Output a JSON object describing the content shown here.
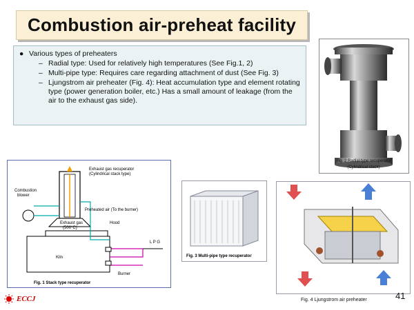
{
  "title": "Combustion air-preheat facility",
  "bullets": {
    "main": "Various types of preheaters",
    "items": [
      "Radial type: Used for relatively high temperatures (See Fig.1, 2)",
      "Multi-pipe type: Requires care regarding attachment of dust (See Fig. 3)",
      "Ljungstrom air preheater (Fig. 4): Heat accumulation type and element rotating type (power generation boiler, etc.) Has a small amount of leakage (from the air to the exhaust gas side)."
    ]
  },
  "fig1": {
    "caption": "Fig. 1 Stack type recuperator",
    "labels": {
      "exhaust_recuperator_1": "Exhaust gas recuperator",
      "exhaust_recuperator_2": "(Cylindrical stack type)",
      "combustion_blower_1": "Combustion",
      "combustion_blower_2": "blower",
      "preheated_air": "Preheated air (To the burner)",
      "hood": "Hood",
      "exhaust_gas_1": "Exhaust gas",
      "exhaust_gas_2": "(500°C)",
      "lpg": "L P G",
      "kiln": "Kiln",
      "burner": "Burner"
    }
  },
  "fig2": {
    "caption_1": "Fig. 2 Radial-type recuperator",
    "caption_2": "(Cylindrical stack)"
  },
  "fig3": {
    "caption": "Fig. 3 Multi-pipe type recuperator"
  },
  "fig4": {
    "caption": "Fig. 4 Ljungstrom air preheater"
  },
  "footer": {
    "logo": "ECCJ",
    "page_number": "41"
  }
}
